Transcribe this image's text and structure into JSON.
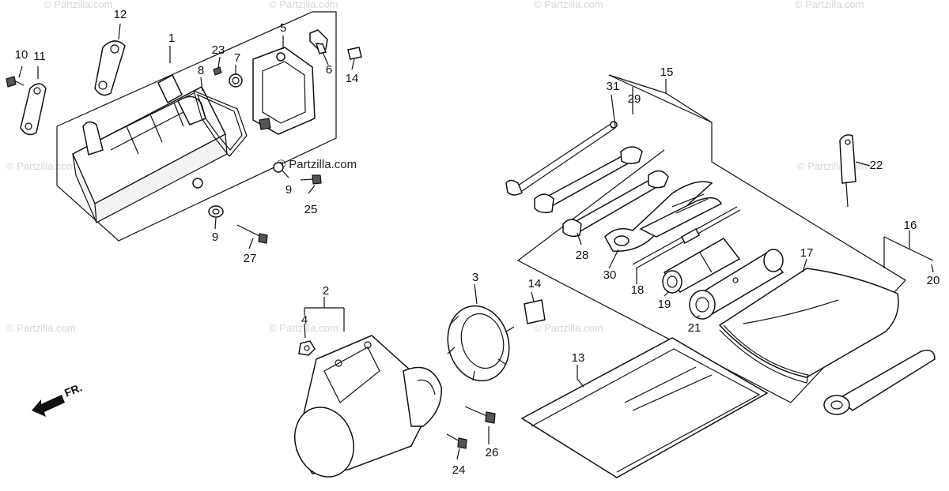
{
  "watermark": {
    "main": "© Partzilla.com",
    "faint": "© Partzilla.com"
  },
  "front_arrow_label": "FR.",
  "callouts": [
    {
      "id": "c1",
      "label": "1"
    },
    {
      "id": "c2",
      "label": "2"
    },
    {
      "id": "c3",
      "label": "3"
    },
    {
      "id": "c4",
      "label": "4"
    },
    {
      "id": "c5",
      "label": "5"
    },
    {
      "id": "c6",
      "label": "6"
    },
    {
      "id": "c7",
      "label": "7"
    },
    {
      "id": "c8",
      "label": "8"
    },
    {
      "id": "c9a",
      "label": "9"
    },
    {
      "id": "c9b",
      "label": "9"
    },
    {
      "id": "c10",
      "label": "10"
    },
    {
      "id": "c11",
      "label": "11"
    },
    {
      "id": "c12",
      "label": "12"
    },
    {
      "id": "c13",
      "label": "13"
    },
    {
      "id": "c14a",
      "label": "14"
    },
    {
      "id": "c14b",
      "label": "14"
    },
    {
      "id": "c15",
      "label": "15"
    },
    {
      "id": "c16",
      "label": "16"
    },
    {
      "id": "c17",
      "label": "17"
    },
    {
      "id": "c18",
      "label": "18"
    },
    {
      "id": "c19",
      "label": "19"
    },
    {
      "id": "c20",
      "label": "20"
    },
    {
      "id": "c21",
      "label": "21"
    },
    {
      "id": "c22",
      "label": "22"
    },
    {
      "id": "c23",
      "label": "23"
    },
    {
      "id": "c24",
      "label": "24"
    },
    {
      "id": "c25",
      "label": "25"
    },
    {
      "id": "c26",
      "label": "26"
    },
    {
      "id": "c27",
      "label": "27"
    },
    {
      "id": "c28",
      "label": "28"
    },
    {
      "id": "c29",
      "label": "29"
    },
    {
      "id": "c30",
      "label": "30"
    },
    {
      "id": "c31",
      "label": "31"
    }
  ]
}
